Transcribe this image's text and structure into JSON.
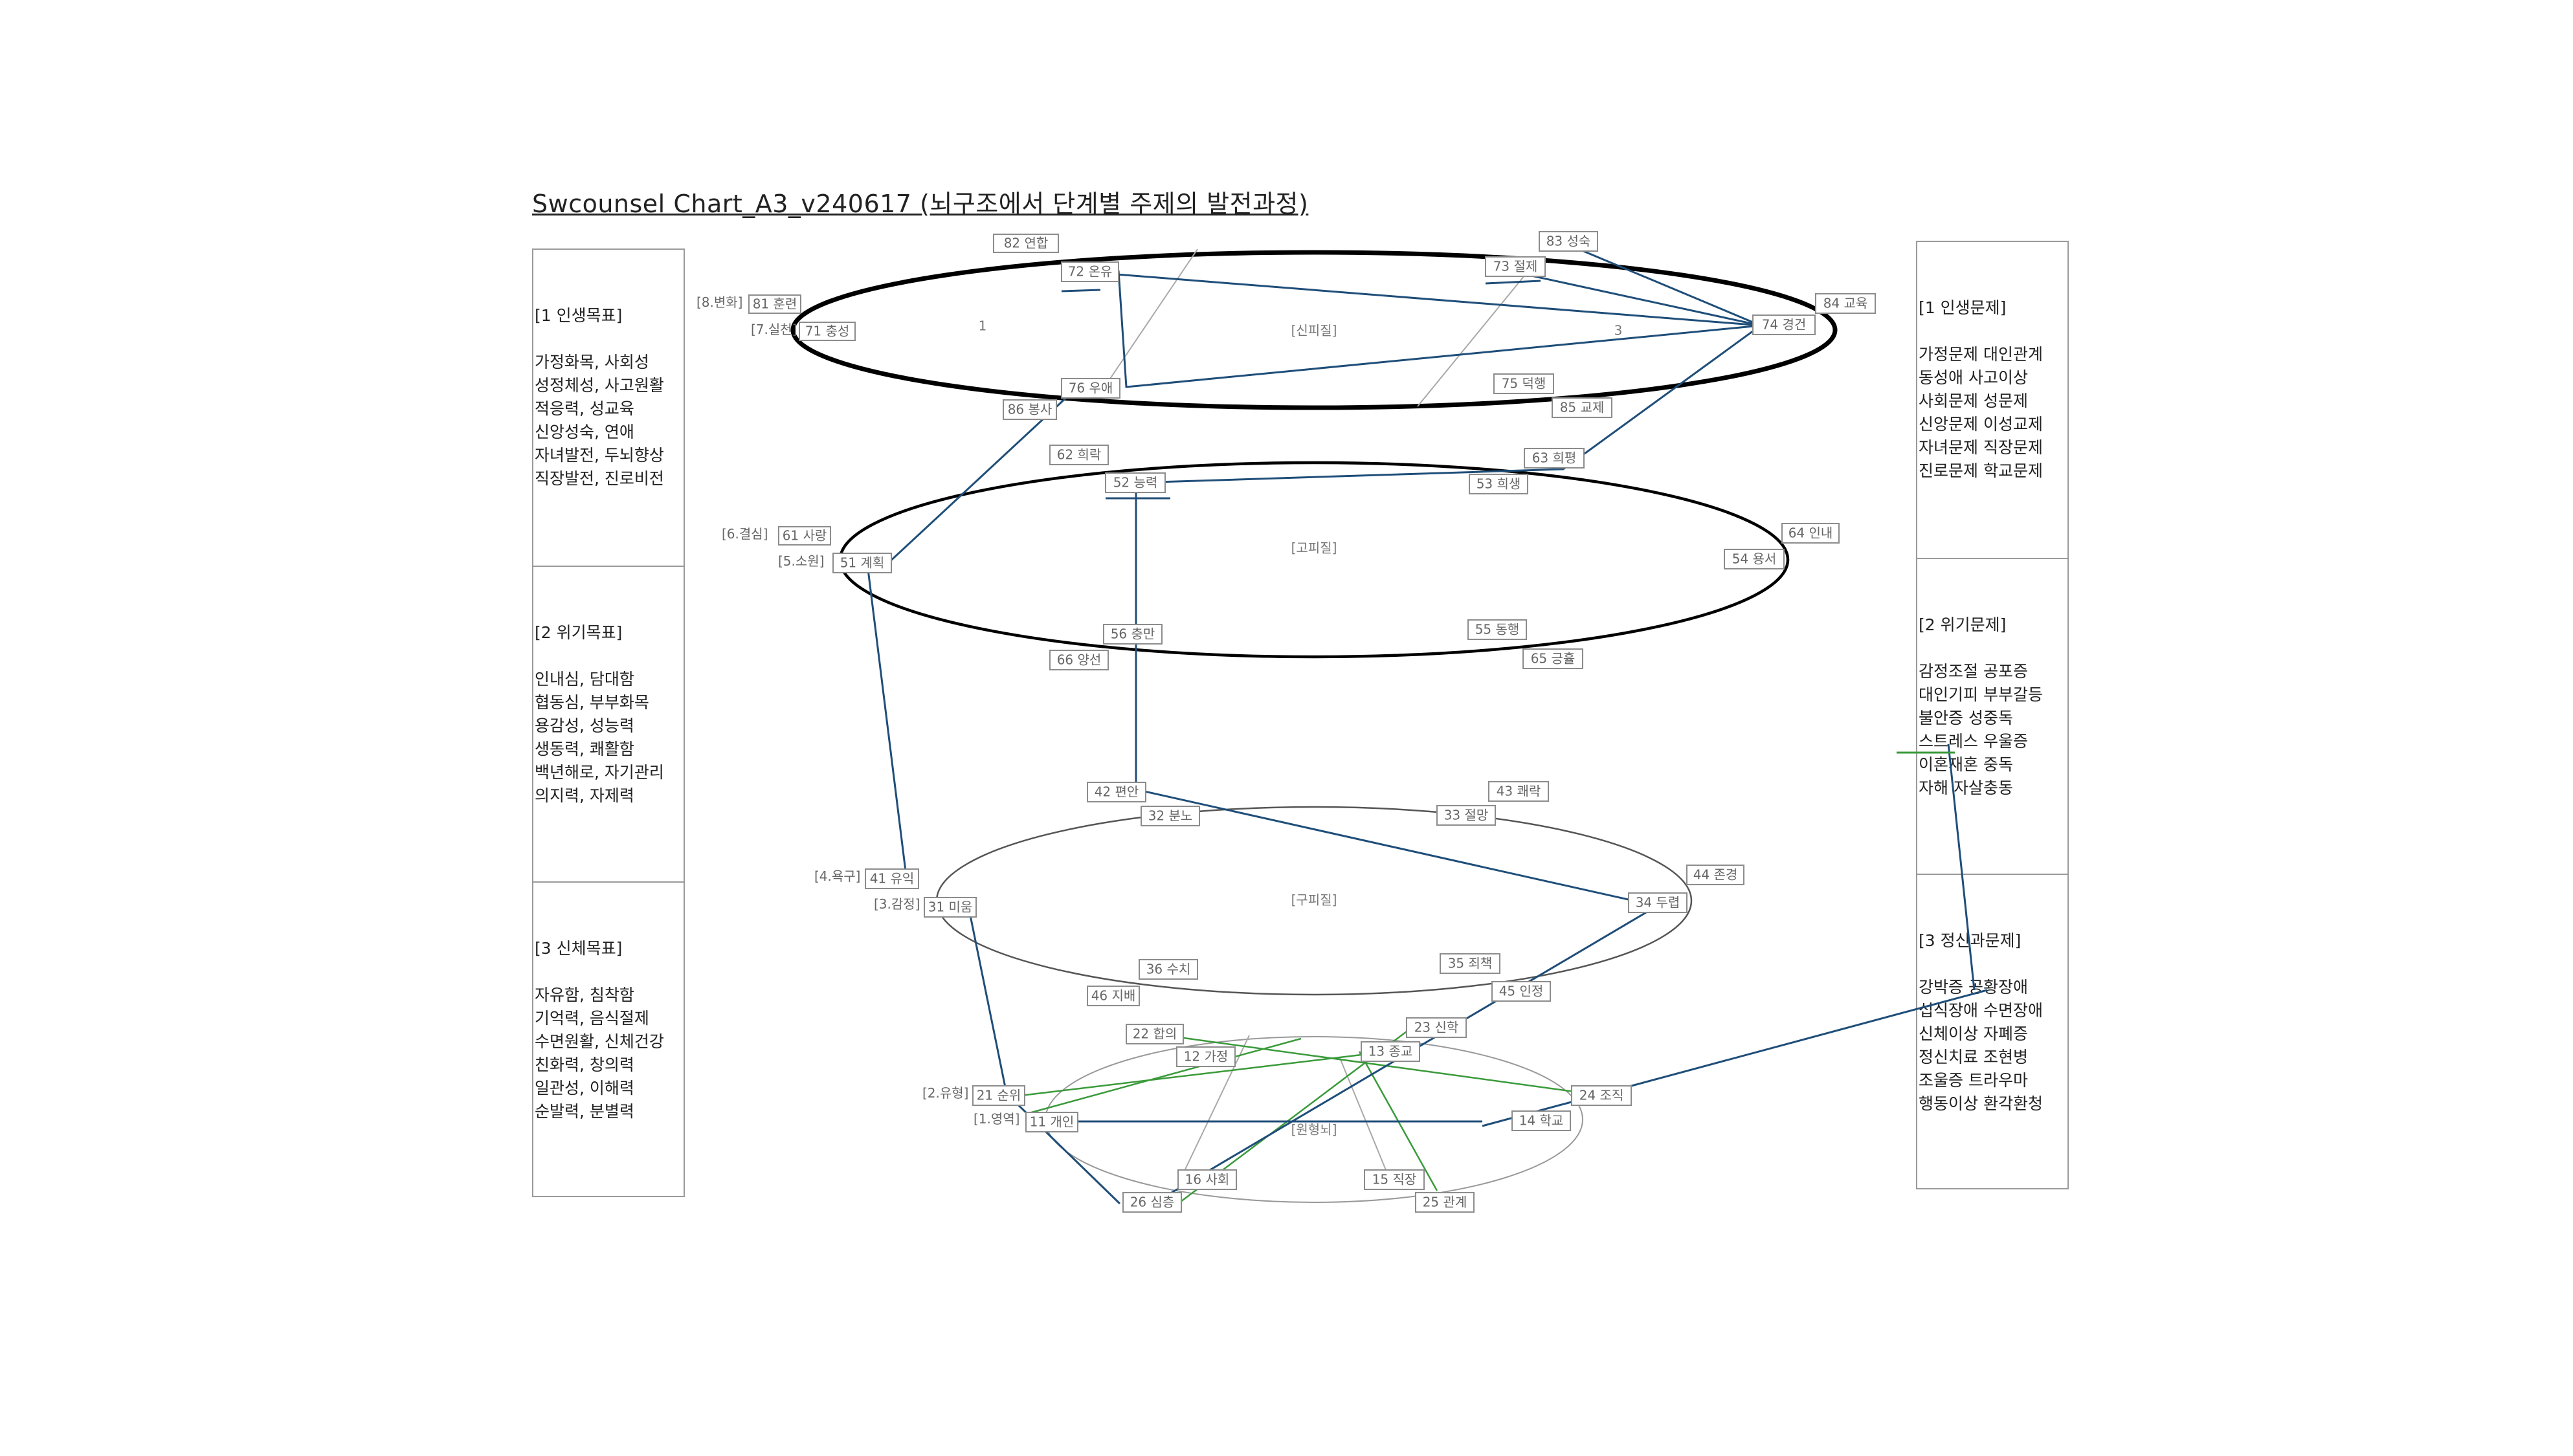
{
  "title": "Swcounsel Chart_A3_v240617 (뇌구조에서 단계별 주제의 발전과정)",
  "left_panel": {
    "sections": [
      {
        "heading": "[1 인생목표]",
        "lines": [
          "가정화목, 사회성",
          "성정체성, 사고원활",
          "적응력, 성교육",
          "신앙성숙, 연애",
          "자녀발전, 두뇌향상",
          "직장발전, 진로비전"
        ]
      },
      {
        "heading": "[2 위기목표]",
        "lines": [
          "인내심, 담대함",
          "협동심, 부부화목",
          "용감성, 성능력",
          "생동력, 쾌활함",
          "백년해로, 자기관리",
          "의지력, 자제력"
        ]
      },
      {
        "heading": "[3 신체목표]",
        "lines": [
          "자유함, 침착함",
          "기억력, 음식절제",
          "수면원활, 신체건강",
          "친화력, 창의력",
          "일관성, 이해력",
          "순발력, 분별력"
        ]
      }
    ]
  },
  "right_panel": {
    "sections": [
      {
        "heading": "[1 인생문제]",
        "lines": [
          "가정문제  대인관계",
          "동성애  사고이상",
          "사회문제  성문제",
          "신앙문제  이성교제",
          "자녀문제  직장문제",
          "진로문제  학교문제"
        ]
      },
      {
        "heading": "[2 위기문제]",
        "lines": [
          "감정조절  공포증",
          "대인기피  부부갈등",
          "불안증  성중독",
          "스트레스  우울증",
          "이혼재혼  중독",
          "자해  자살충동"
        ]
      },
      {
        "heading": "[3 정신과문제]",
        "lines": [
          "강박증  공황장애",
          "섭식장애  수면장애",
          "신체이상  자폐증",
          "정신치료  조현병",
          "조울증  트라우마",
          "행동이상  환각환청"
        ]
      }
    ]
  },
  "rings": [
    {
      "label": "[신피질]",
      "stroke": "#000000",
      "weight": "heavy"
    },
    {
      "label": "[고피질]",
      "stroke": "#000000",
      "weight": "medium"
    },
    {
      "label": "[구피질]",
      "stroke": "#555555",
      "weight": "light"
    },
    {
      "label": "[원형뇌]",
      "stroke": "#999999",
      "weight": "light"
    }
  ],
  "ring_markers": [
    "1",
    "3"
  ],
  "nodes": [
    "82 연합",
    "72 온유",
    "73 절제",
    "83 성숙",
    "84 교육",
    "81 훈련",
    "71 충성",
    "74 경건",
    "76 우애",
    "75 덕행",
    "86 봉사",
    "85 교제",
    "62 희락",
    "63 희평",
    "52 능력",
    "53 희생",
    "61 사랑",
    "64 인내",
    "51 계획",
    "54 용서",
    "56 충만",
    "55 동행",
    "66 양선",
    "65 긍휼",
    "42 편안",
    "43 쾌락",
    "32 분노",
    "33 절망",
    "44 존경",
    "41 유익",
    "34 두렵",
    "31 미움",
    "36 수치",
    "35 죄책",
    "46 지배",
    "45 인정",
    "22 합의",
    "23 신학",
    "12 가정",
    "13 종교",
    "21 순위",
    "24 조직",
    "11 개인",
    "14 학교",
    "16 사회",
    "15 직장",
    "26 심층",
    "25 관계"
  ],
  "stage_labels": [
    "[8.변화]",
    "[7.실천]",
    "[6.결심]",
    "[5.소원]",
    "[4.욕구]",
    "[3.감정]",
    "[2.유형]",
    "[1.영역]"
  ],
  "colors": {
    "blue_path": "#1f4e79",
    "green_path": "#3a9a3a",
    "grey_path": "#a8a8a8",
    "node_border": "#8c8c8c",
    "node_text": "#666666"
  }
}
